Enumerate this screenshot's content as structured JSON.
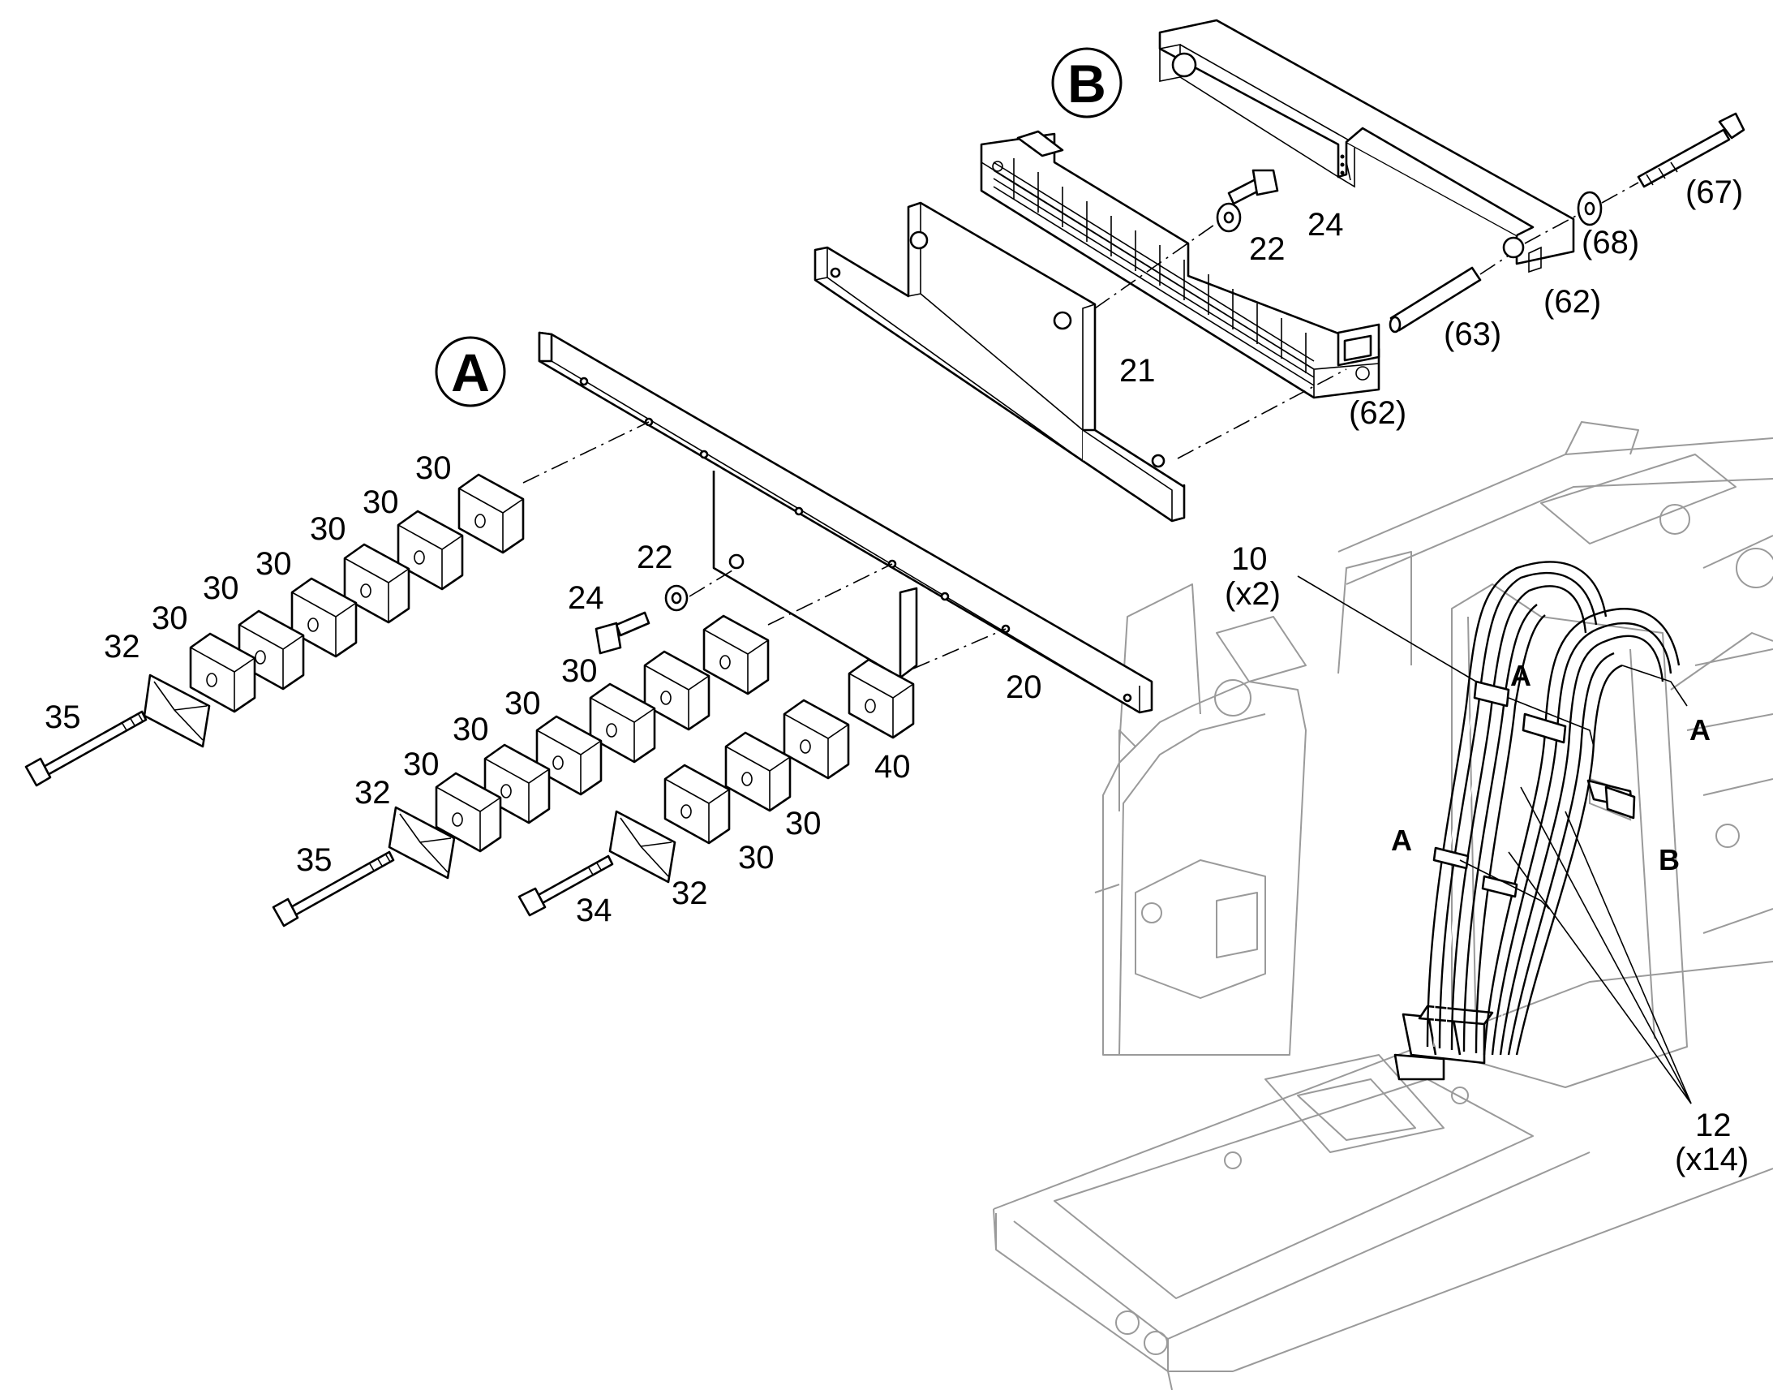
{
  "callouts": {
    "a": "A",
    "b": "B"
  },
  "part_labels": {
    "p10": "10",
    "p10_qty": "(x2)",
    "p12": "12",
    "p12_qty": "(x14)",
    "p20": "20",
    "p21": "21",
    "p22_a": "22",
    "p22_b": "22",
    "p24_a": "24",
    "p24_b": "24",
    "p30_1": "30",
    "p30_2": "30",
    "p30_3": "30",
    "p30_4": "30",
    "p30_5": "30",
    "p30_6": "30",
    "p30_7": "30",
    "p30_8": "30",
    "p30_9": "30",
    "p30_10": "30",
    "p30_11": "30",
    "p32_a": "32",
    "p32_b": "32",
    "p32_c": "32",
    "p34": "34",
    "p35_a": "35",
    "p35_b": "35",
    "p40": "40",
    "p62_a": "(62)",
    "p62_b": "(62)",
    "p63": "(63)",
    "p67": "(67)",
    "p68": "(68)"
  },
  "machine_markers": {
    "a1": "A",
    "a2": "A",
    "a3": "A",
    "b1": "B"
  }
}
